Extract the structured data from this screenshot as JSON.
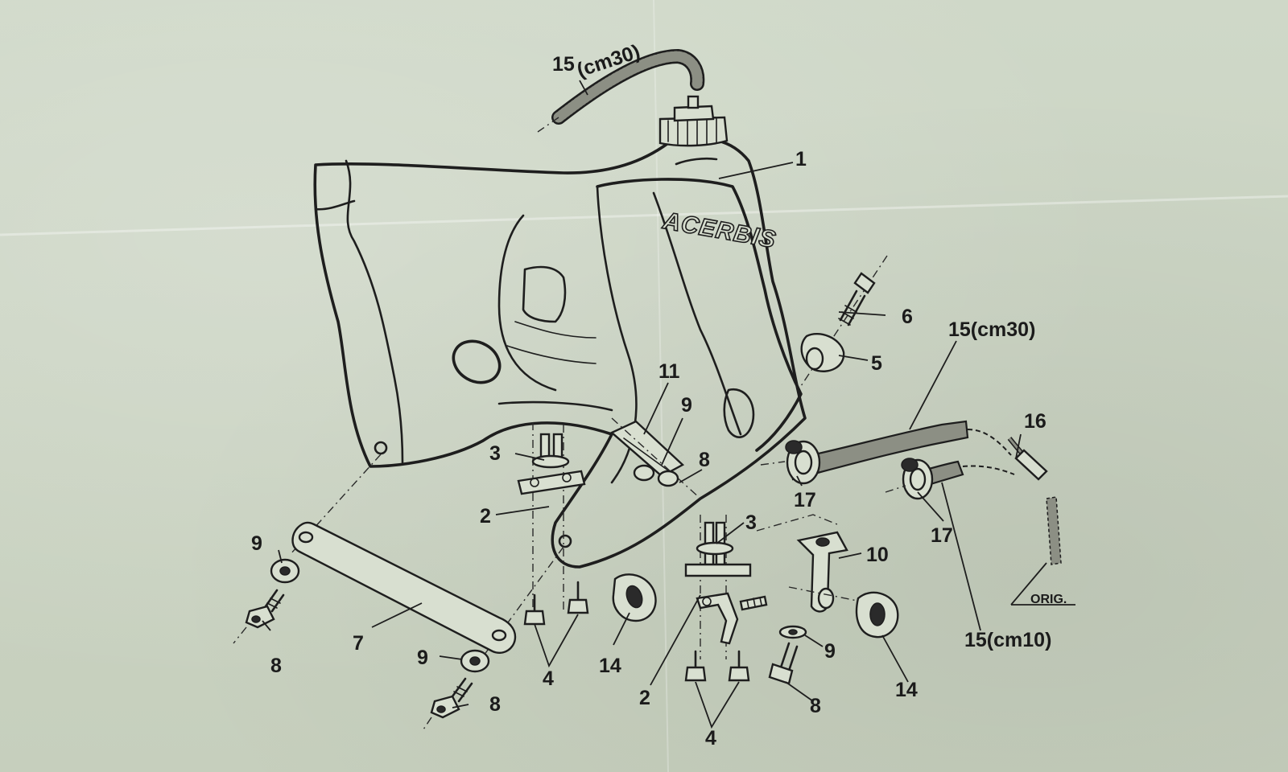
{
  "diagram": {
    "brand_logo_text": "ACERBIS",
    "labels": {
      "hose_top_num": "15",
      "hose_top_len": "(cm30)",
      "tank": "1",
      "bolt_top": "6",
      "rubber_top": "5",
      "hose_right": "15(cm30)",
      "clip_top": "11",
      "washer_mid": "9",
      "nut_mid": "8",
      "tube_right": "16",
      "spacer_left": "3",
      "clamp_left": "17",
      "clamp_right": "17",
      "bracket_left": "2",
      "spacer_right": "3",
      "bracket_10": "10",
      "washer_left": "9",
      "strap": "7",
      "nut_left": "8",
      "orig": "ORIG.",
      "hose_bottom": "15(cm10)",
      "washer_bottom_left": "9",
      "nut_bottom_left": "8",
      "screws_left": "4",
      "grommet_left": "14",
      "bracket_right": "2",
      "washer_right": "9",
      "nut_right": "8",
      "grommet_right": "14",
      "screws_right": "4"
    }
  }
}
